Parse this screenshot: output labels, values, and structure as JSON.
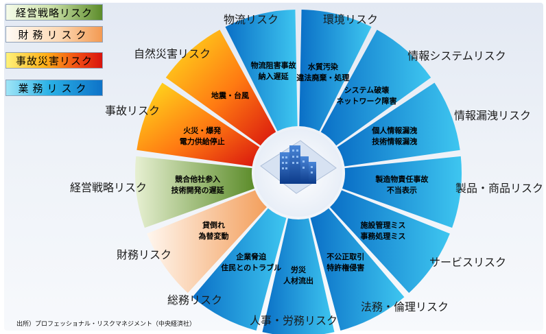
{
  "legend": [
    {
      "label": "経営戦略リスク",
      "spaced": false
    },
    {
      "label": "財務リスク",
      "spaced": true
    },
    {
      "label": "事故災害リスク",
      "spaced": false
    },
    {
      "label": "業務リスク",
      "spaced": true
    }
  ],
  "segments": [
    {
      "outer": "環境リスク",
      "inner": [
        "水質汚染",
        "違法廃棄・処理"
      ],
      "category": "業務リスク"
    },
    {
      "outer": "情報システムリスク",
      "inner": [
        "システム破壊",
        "ネットワーク障害"
      ],
      "category": "業務リスク"
    },
    {
      "outer": "情報漏洩リスク",
      "inner": [
        "個人情報漏洩",
        "技術情報漏洩"
      ],
      "category": "業務リスク"
    },
    {
      "outer": "製品・商品リスク",
      "inner": [
        "製造物責任事故",
        "不当表示"
      ],
      "category": "業務リスク"
    },
    {
      "outer": "サービスリスク",
      "inner": [
        "施設管理ミス",
        "事務処理ミス"
      ],
      "category": "業務リスク"
    },
    {
      "outer": "法務・倫理リスク",
      "inner": [
        "不公正取引",
        "特許権侵害"
      ],
      "category": "業務リスク"
    },
    {
      "outer": "人事・労務リスク",
      "inner": [
        "労災",
        "人材流出"
      ],
      "category": "業務リスク"
    },
    {
      "outer": "総務リスク",
      "inner": [
        "企業脅迫",
        "住民とのトラブル"
      ],
      "category": "業務リスク"
    },
    {
      "outer": "財務リスク",
      "inner": [
        "貸倒れ",
        "為替変動"
      ],
      "category": "財務リスク"
    },
    {
      "outer": "経営戦略リスク",
      "inner": [
        "競合他社参入",
        "技術開発の遅延"
      ],
      "category": "経営戦略リスク"
    },
    {
      "outer": "事故リスク",
      "inner": [
        "火災・爆発",
        "電力供給停止"
      ],
      "category": "事故災害リスク"
    },
    {
      "outer": "自然災害リスク",
      "inner": [
        "地震・台風"
      ],
      "category": "事故災害リスク"
    },
    {
      "outer": "物流リスク",
      "inner": [
        "物流阻害事故",
        "納入遅延"
      ],
      "category": "業務リスク"
    }
  ],
  "center_icon": "building-icon",
  "source": "出所）プロフェッショナル・リスクマネジメント（中央経済社）",
  "colors": {
    "business_dark": "#0a6fc6",
    "business_light": "#36c2ee",
    "finance": "#f6b27e",
    "strategy": "#7ea84a",
    "accident": "#f24a14",
    "accident_light": "#ffd21e"
  }
}
